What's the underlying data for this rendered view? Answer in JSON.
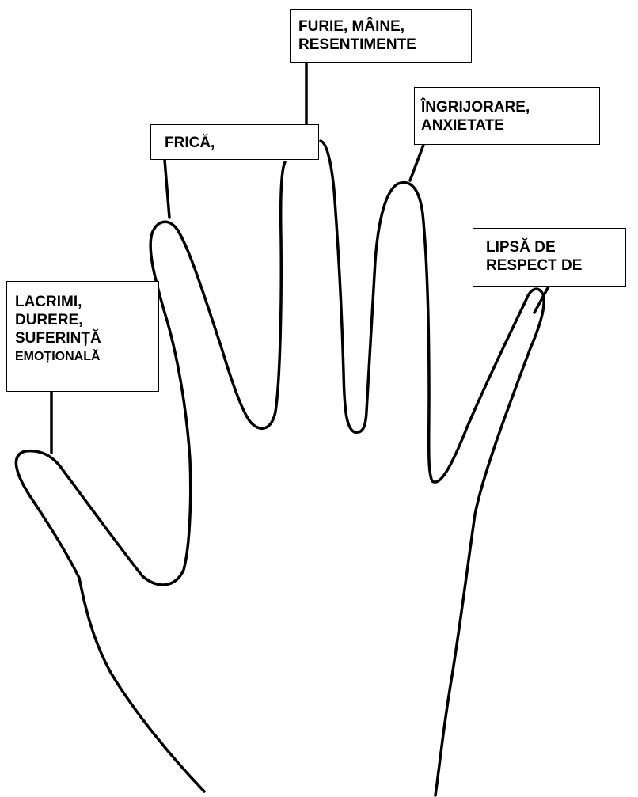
{
  "labels": {
    "middle": {
      "lines": [
        "FURIE, MÂINE,",
        "RESENTIMENTE"
      ]
    },
    "index": {
      "lines": [
        "FRICĂ,"
      ]
    },
    "ring": {
      "lines": [
        "ÎNGRIJORARE,",
        "ANXIETATE"
      ]
    },
    "little": {
      "lines": [
        "LIPSĂ DE",
        "RESPECT DE"
      ]
    },
    "thumb": {
      "lines": [
        "LACRIMI,",
        "DURERE,",
        "SUFERINȚĂ",
        "EMOȚIONALĂ"
      ]
    }
  },
  "colors": {
    "outline": "#000000",
    "background": "#ffffff"
  }
}
